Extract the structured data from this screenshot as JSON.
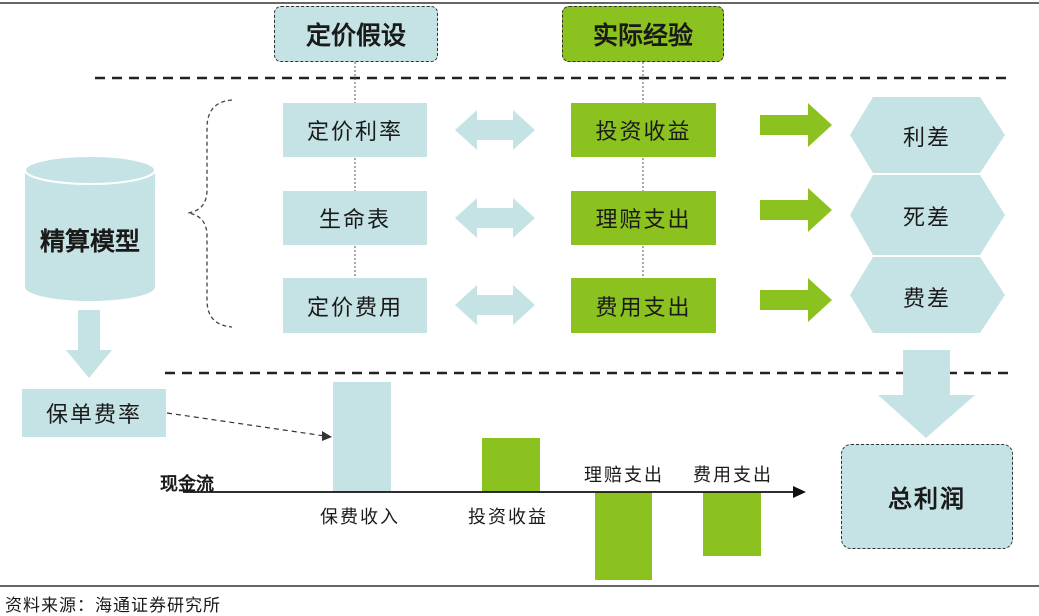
{
  "header": {
    "pricing_assumptions": "定价假设",
    "actual_experience": "实际经验"
  },
  "model": {
    "label": "精算模型"
  },
  "rows": [
    {
      "assumption": "定价利率",
      "experience": "投资收益",
      "result": "利差"
    },
    {
      "assumption": "生命表",
      "experience": "理赔支出",
      "result": "死差"
    },
    {
      "assumption": "定价费用",
      "experience": "费用支出",
      "result": "费差"
    }
  ],
  "premium_rate": "保单费率",
  "total_profit": "总利润",
  "cashflow": {
    "axis_label": "现金流",
    "bars": [
      {
        "label": "保费收入"
      },
      {
        "label": "投资收益"
      },
      {
        "label": "理赔支出"
      },
      {
        "label": "费用支出"
      }
    ]
  },
  "source": "资料来源：海通证券研究所",
  "colors": {
    "blue": "#c5e3e4",
    "green": "#8cc21f"
  }
}
